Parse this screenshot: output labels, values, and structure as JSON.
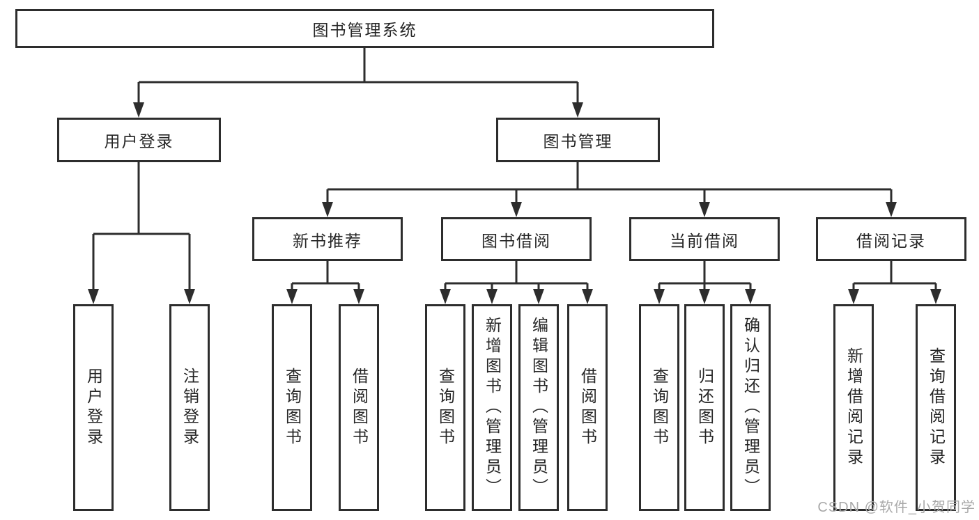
{
  "page": {
    "watermark": "CSDN @软件_小贺同学"
  },
  "colors": {
    "line": "#2d2d2d",
    "text": "#262626",
    "box_background": "#ffffff",
    "page_background": "#ffffff",
    "watermark": "#a9a9a9"
  },
  "tree": {
    "root": {
      "label": "图书管理系统"
    },
    "children": [
      {
        "label": "用户登录",
        "children": [
          {
            "label": "用户登录"
          },
          {
            "label": "注销登录"
          }
        ]
      },
      {
        "label": "图书管理",
        "children": [
          {
            "label": "新书推荐",
            "children": [
              {
                "label": "查询图书"
              },
              {
                "label": "借阅图书"
              }
            ]
          },
          {
            "label": "图书借阅",
            "children": [
              {
                "label": "查询图书"
              },
              {
                "label": "新增图书（管理员）"
              },
              {
                "label": "编辑图书（管理员）"
              },
              {
                "label": "借阅图书"
              }
            ]
          },
          {
            "label": "当前借阅",
            "children": [
              {
                "label": "查询图书"
              },
              {
                "label": "归还图书"
              },
              {
                "label": "确认归还（管理员）"
              }
            ]
          },
          {
            "label": "借阅记录",
            "children": [
              {
                "label": "新增借阅记录"
              },
              {
                "label": "查询借阅记录"
              }
            ]
          }
        ]
      }
    ]
  }
}
